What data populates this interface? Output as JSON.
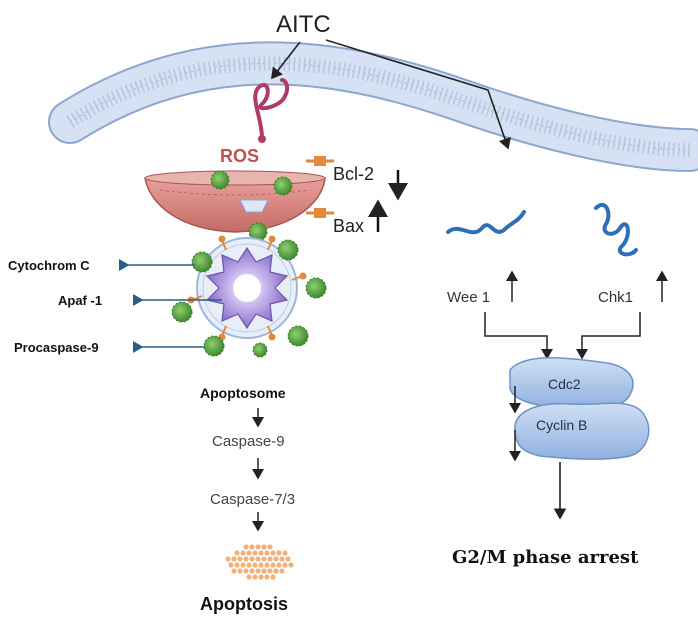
{
  "title": "AITC",
  "ros_label": "ROS",
  "mito": {
    "bcl2": "Bcl-2",
    "bax": "Bax"
  },
  "apoptosome_inputs": [
    "Cytochrom C",
    "Apaf -1",
    "Procaspase-9"
  ],
  "apoptosis_path": {
    "apoptosome": "Apoptosome",
    "caspase9": "Caspase-9",
    "caspase73": "Caspase-7/3",
    "result": "Apoptosis"
  },
  "cell_cycle": {
    "wee1": "Wee 1",
    "chk1": "Chk1",
    "cdc2": "Cdc2",
    "cyclinb": "Cyclin B",
    "result": "G2/M phase arrest"
  },
  "colors": {
    "membrane": "#b9cce6",
    "membrane_edge": "#8ba6cf",
    "ros_protein": "#b03a6a",
    "mito": "#d9827f",
    "virus": "#5aa845",
    "apoptosome": "#8b6fc8",
    "dna": "#2e6fb8",
    "cdk": "#9dbce6",
    "dots": "#f0b27a"
  }
}
